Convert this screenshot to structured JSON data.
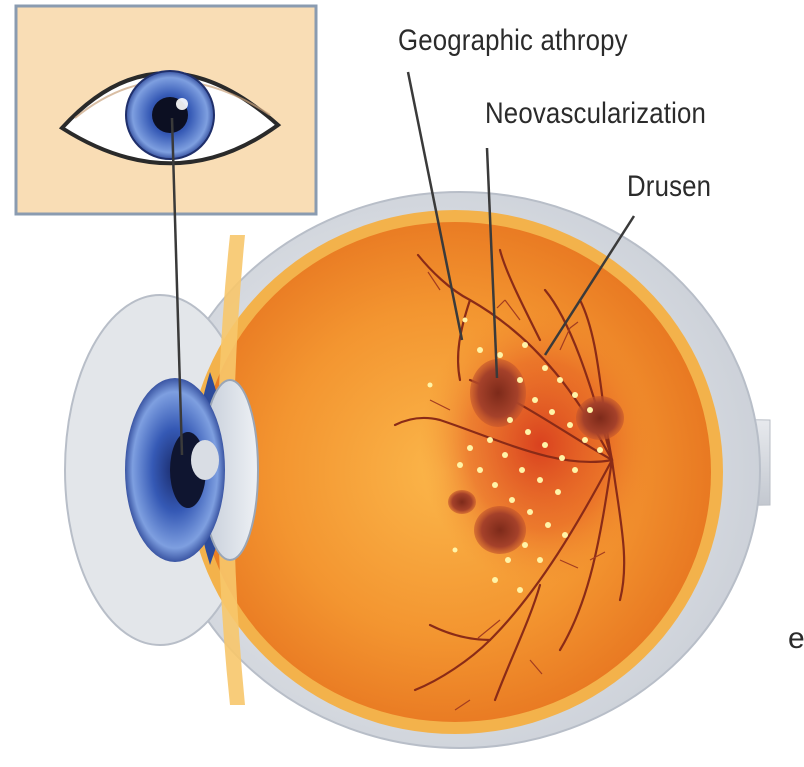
{
  "labels": {
    "geographic_atrophy": "Geographic athropy",
    "neovascularization": "Neovascularization",
    "drusen": "Drusen",
    "cut_off_edge": "e"
  },
  "colors": {
    "inset_background": "#f9ddb5",
    "inset_border": "#8a9bb0",
    "iris": "#3f63b8",
    "retina": "#f08a2c",
    "sclera": "#e6e8ec",
    "lesion": "#a23a22",
    "drusen": "#fff4a8",
    "leader_line": "#3a3a3a"
  }
}
